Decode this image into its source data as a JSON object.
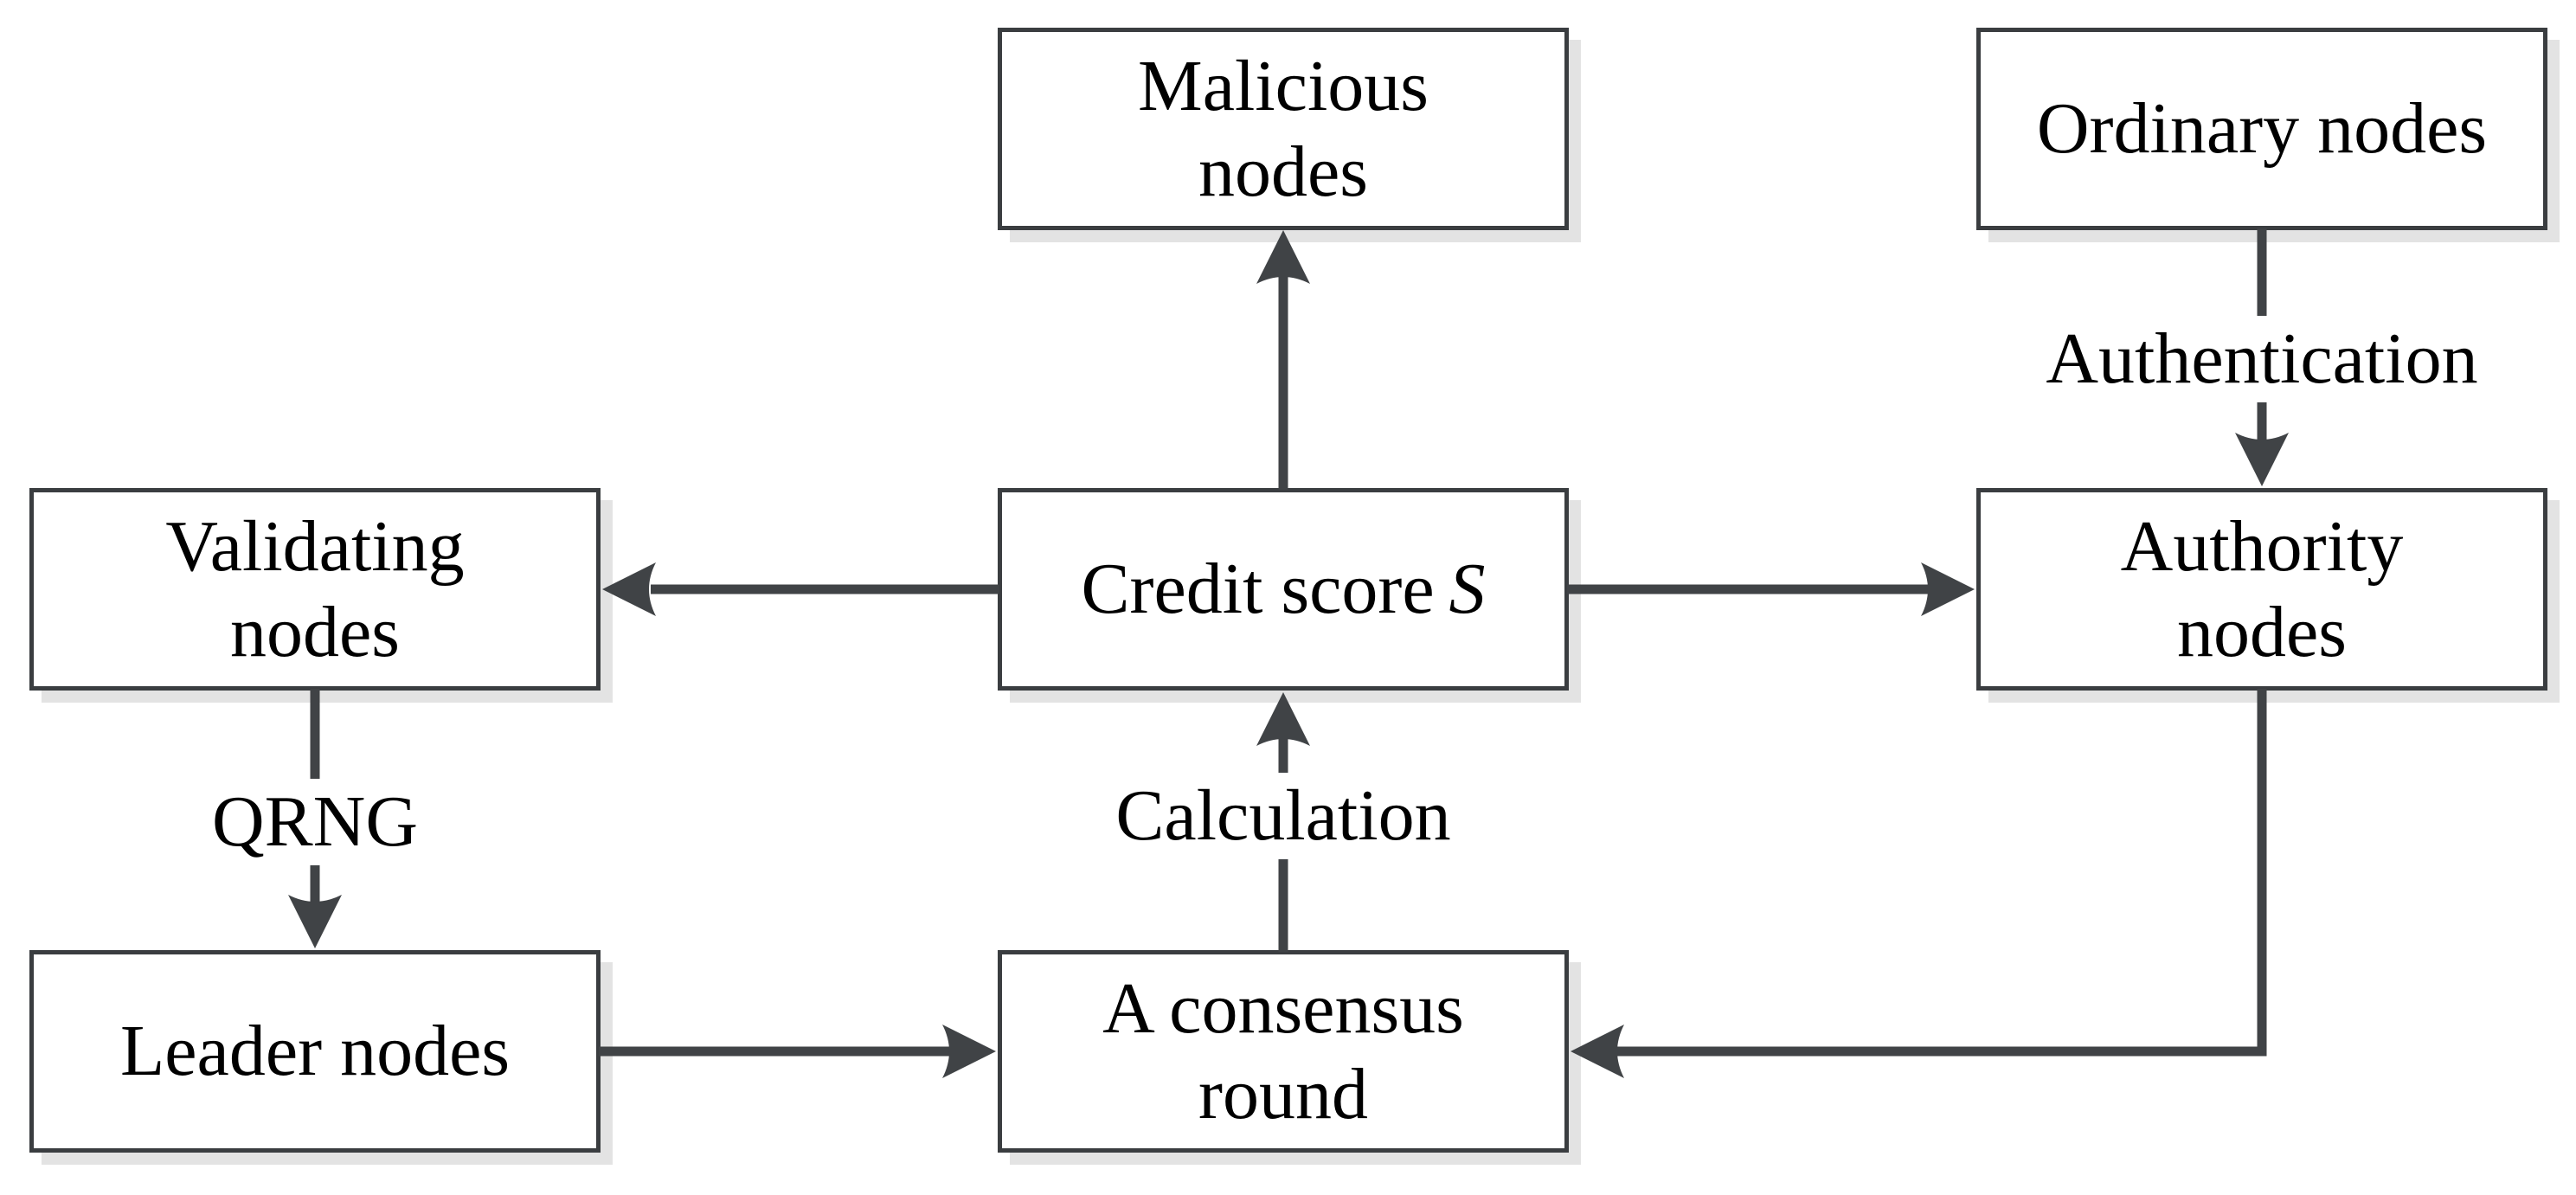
{
  "diagram": {
    "nodes": {
      "malicious": {
        "line1": "Malicious",
        "line2": "nodes"
      },
      "ordinary": {
        "label": "Ordinary nodes"
      },
      "validating": {
        "line1": "Validating",
        "line2": "nodes"
      },
      "credit": {
        "prefix": "Credit score",
        "variable": "S"
      },
      "authority": {
        "line1": "Authority",
        "line2": "nodes"
      },
      "leader": {
        "label": "Leader nodes"
      },
      "consensus": {
        "line1": "A consensus",
        "line2": "round"
      }
    },
    "edge_labels": {
      "authentication": "Authentication",
      "qrng": "QRNG",
      "calculation": "Calculation"
    },
    "connections": [
      {
        "from": "credit",
        "to": "malicious",
        "label": ""
      },
      {
        "from": "credit",
        "to": "validating",
        "label": ""
      },
      {
        "from": "credit",
        "to": "authority",
        "label": ""
      },
      {
        "from": "ordinary",
        "to": "authority",
        "label": "Authentication"
      },
      {
        "from": "validating",
        "to": "leader",
        "label": "QRNG"
      },
      {
        "from": "leader",
        "to": "consensus",
        "label": ""
      },
      {
        "from": "consensus",
        "to": "credit",
        "label": "Calculation"
      },
      {
        "from": "authority",
        "to": "consensus",
        "label": ""
      }
    ],
    "colors": {
      "box_border": "#3a3d40",
      "arrow": "#404346",
      "shadow": "#e3e3e3",
      "background": "#ffffff",
      "text": "#000000"
    }
  }
}
